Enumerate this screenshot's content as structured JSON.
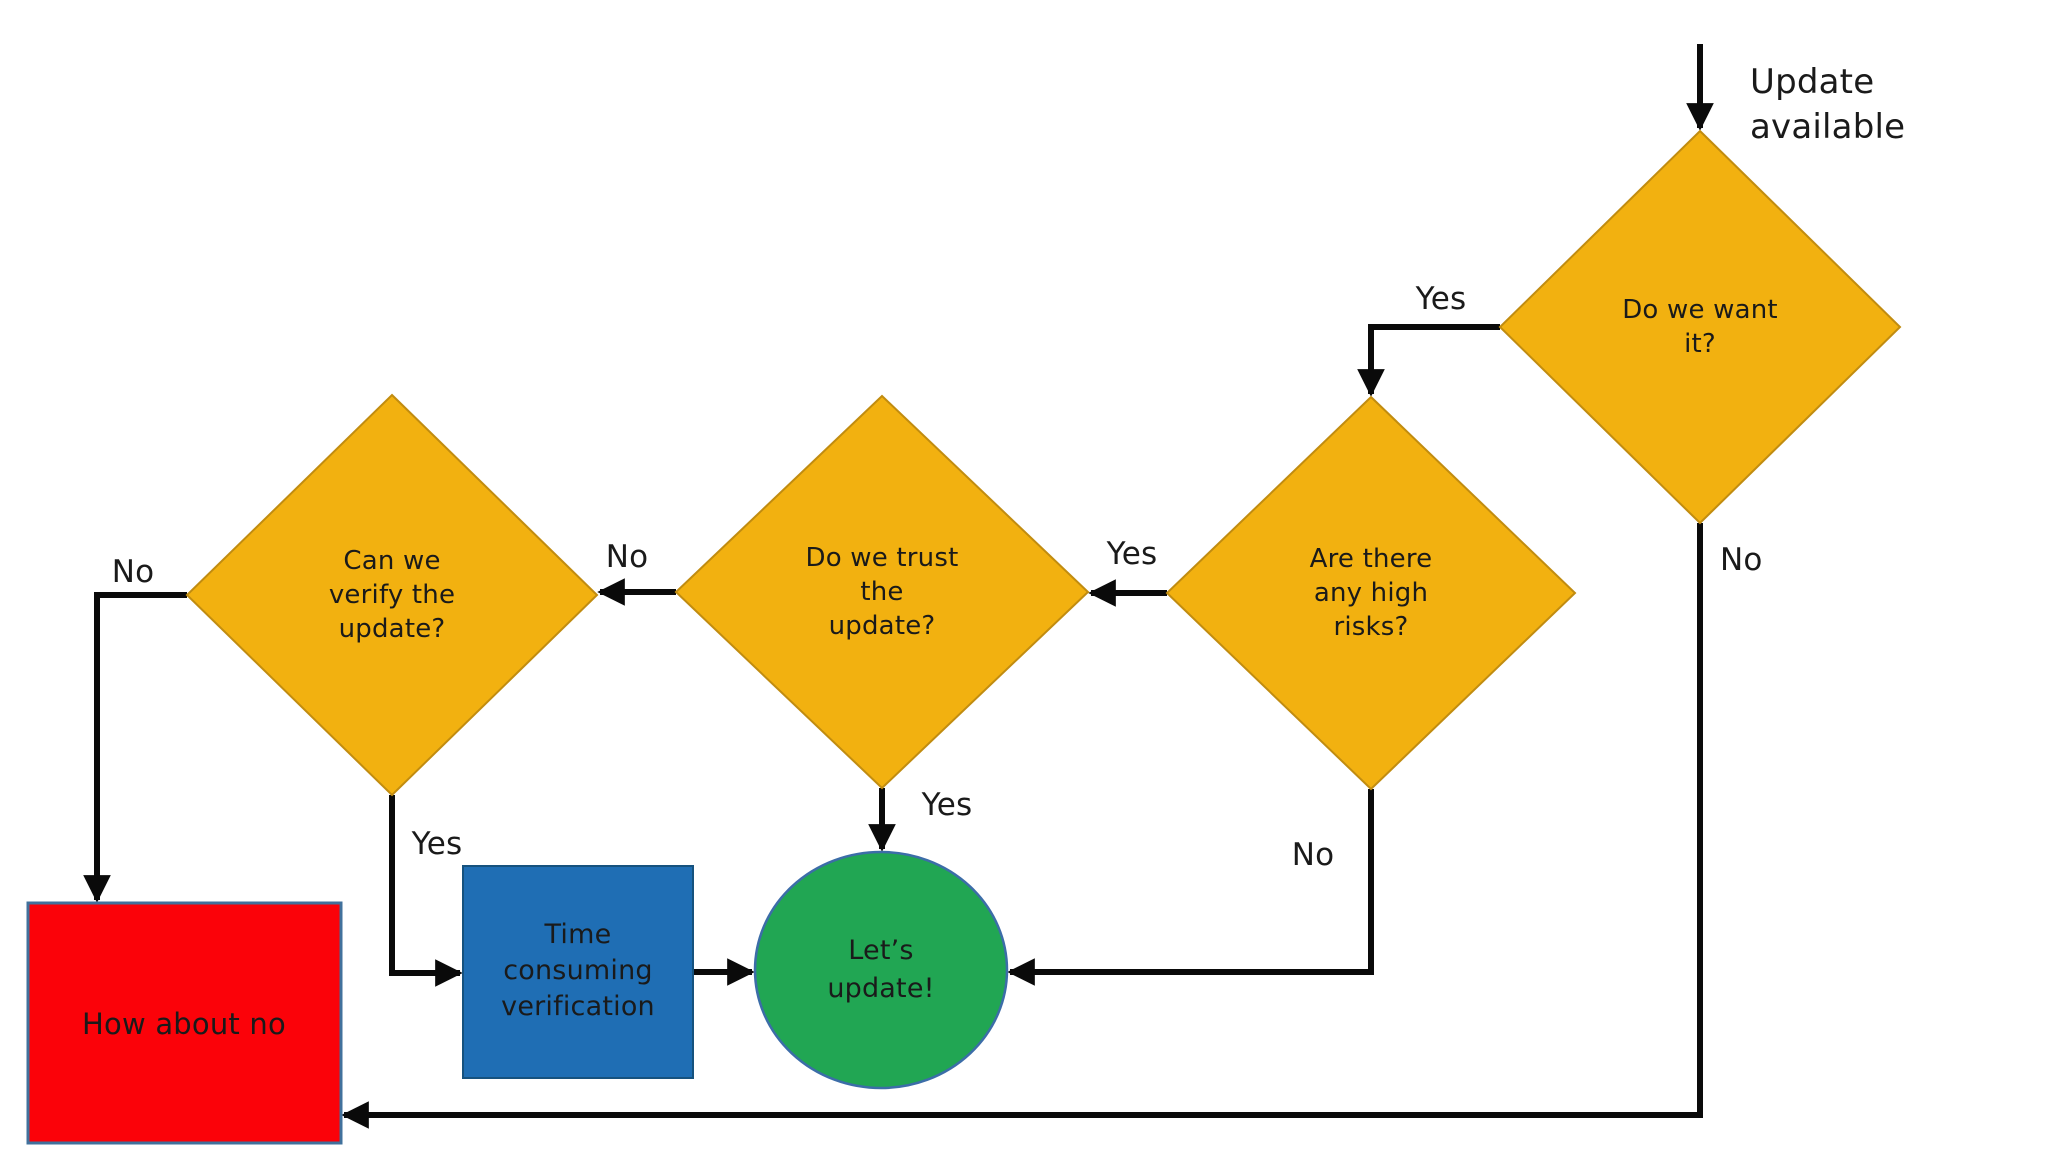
{
  "colors": {
    "background": "#FFFFFF",
    "diamond_fill": "#F2B110",
    "diamond_border": "#C18C10",
    "reject_fill": "#FB0209",
    "reject_border": "#41719C",
    "verification_fill": "#1F6EB4",
    "verification_border": "#16527E",
    "update_fill": "#21A653",
    "update_border": "#3C6DA8",
    "line": "#0A0A0A",
    "text": "#1A1A1A"
  },
  "nodes": {
    "entry": {
      "lines": [
        "Update",
        "available"
      ]
    },
    "want": {
      "lines": [
        "Do we want",
        "it?"
      ]
    },
    "risks": {
      "lines": [
        "Are there",
        "any high",
        "risks?"
      ]
    },
    "trust": {
      "lines": [
        "Do we trust",
        "the",
        "update?"
      ]
    },
    "verify": {
      "lines": [
        "Can we",
        "verify the",
        "update?"
      ]
    },
    "reject": {
      "lines": [
        "How about no"
      ]
    },
    "verification": {
      "lines": [
        "Time",
        "consuming",
        "verification"
      ]
    },
    "update": {
      "lines": [
        "Let’s",
        "update!"
      ]
    }
  },
  "edge_labels": {
    "want_yes": "Yes",
    "want_no": "No",
    "risks_yes": "Yes",
    "risks_no": "No",
    "trust_yes": "Yes",
    "trust_no": "No",
    "verify_yes": "Yes",
    "verify_no": "No"
  }
}
